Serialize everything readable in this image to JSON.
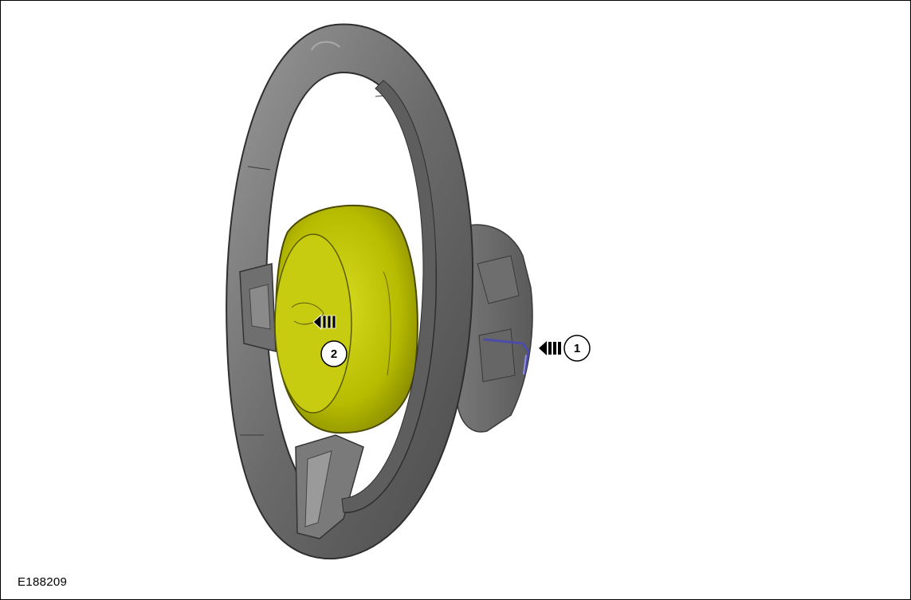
{
  "figure": {
    "id": "E188209",
    "callouts": [
      {
        "number": "1",
        "target": "release-tool"
      },
      {
        "number": "2",
        "target": "airbag-module"
      }
    ]
  },
  "colors": {
    "border": "#000000",
    "wheel_rim": "#5b5b5b",
    "wheel_rim_highlight": "#8a8a8a",
    "airbag_module": "#c4c800",
    "airbag_module_shadow": "#8e9100",
    "tool": "#4c4ca8",
    "tool_light": "#9090e0",
    "arrow": "#000000"
  },
  "icons": {
    "direction_arrow": "triple-bar-arrow-left-icon"
  }
}
